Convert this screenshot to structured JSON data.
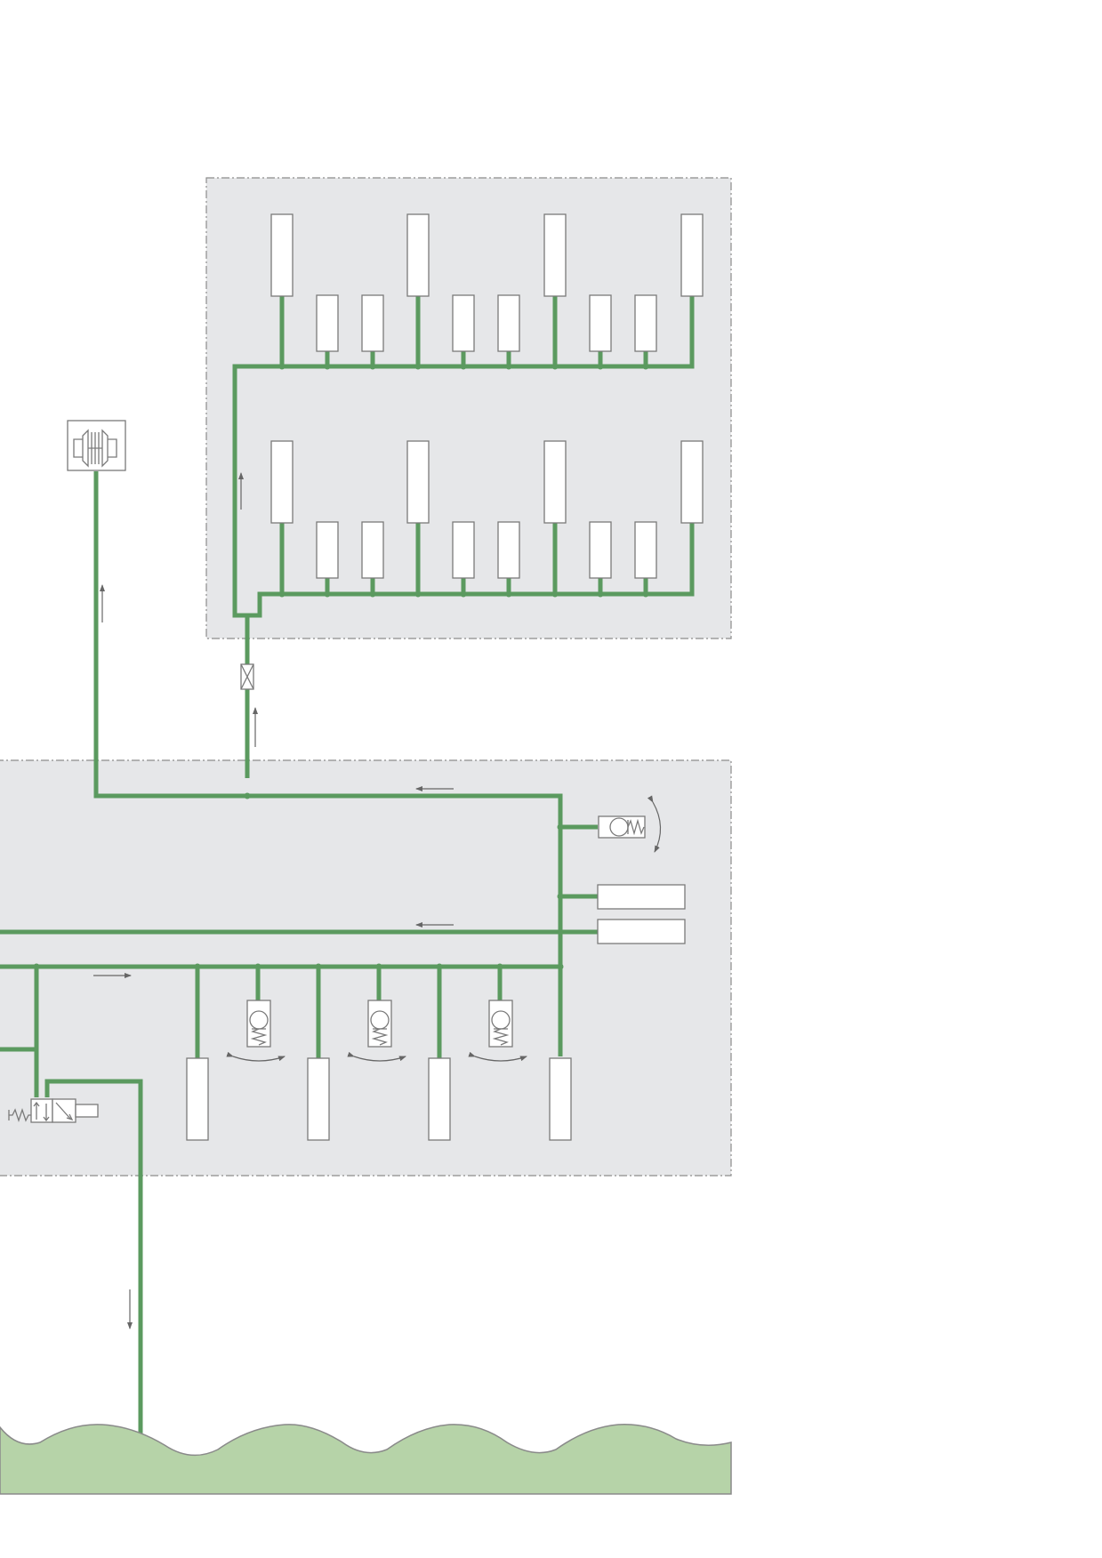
{
  "colors": {
    "page_background": "#ffffff",
    "panel_fill": "#e6e7e9",
    "panel_border": "#8c8c8c",
    "pipe": "#5b9a5f",
    "component_outline": "#7a7a7a",
    "component_fill": "#ffffff",
    "arrow": "#666666",
    "water_fill": "#b6d3a8",
    "water_outline": "#8a8a8a"
  },
  "icons": {
    "turbine": "turbine-icon",
    "check_valve": "spring-check-valve-icon",
    "solenoid_valve": "solenoid-valve-icon",
    "inline_valve": "inline-valve-icon",
    "flow_arrow": "flow-arrow-icon",
    "water_surface": "water-surface-icon"
  },
  "flow_directions": [
    "up",
    "up",
    "up",
    "left",
    "left",
    "right",
    "down"
  ]
}
